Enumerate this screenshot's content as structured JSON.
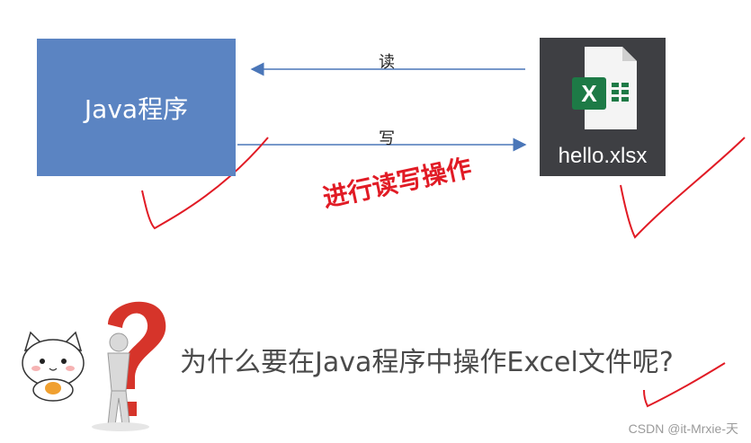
{
  "java_box": {
    "label": "Java程序"
  },
  "excel_file": {
    "name": "hello.xlsx",
    "icon_letter": "X"
  },
  "arrows": {
    "read_label": "读",
    "write_label": "写"
  },
  "caption": "进行读写操作",
  "question": "为什么要在Java程序中操作Excel文件呢?",
  "watermark": "CSDN @it-Mrxie-天",
  "colors": {
    "java_box": "#5b84c2",
    "excel_tile": "#3e3f43",
    "excel_green": "#1d7a46",
    "annotation_red": "#e11b25",
    "question_mark": "#d6342a"
  },
  "icons": [
    "excel-file-icon",
    "question-mark-icon",
    "thinking-person-icon",
    "cat-sticker-icon"
  ]
}
